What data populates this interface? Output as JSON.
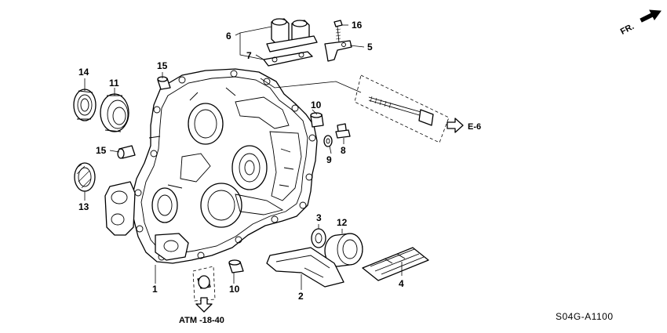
{
  "callouts": {
    "c1": "1",
    "c2": "2",
    "c3": "3",
    "c4": "4",
    "c5": "5",
    "c6": "6",
    "c7": "7",
    "c8": "8",
    "c9": "9",
    "c10a": "10",
    "c10b": "10",
    "c11": "11",
    "c12": "12",
    "c13": "13",
    "c14": "14",
    "c15a": "15",
    "c15b": "15",
    "c16": "16"
  },
  "refs": {
    "fr": "FR.",
    "e6": "E-6",
    "atm": "ATM -18-40"
  },
  "diagram_code": "S04G-A1100",
  "icons": {
    "front_arrow": "front-direction-arrow-icon",
    "ref_arrow_right": "outline-arrow-right-icon",
    "ref_arrow_down": "outline-arrow-down-icon"
  }
}
